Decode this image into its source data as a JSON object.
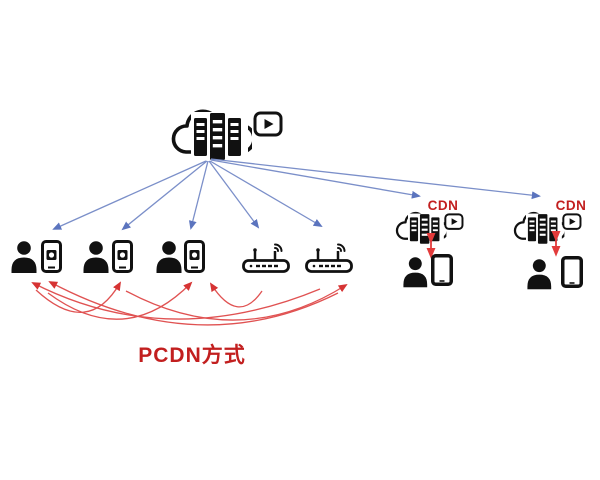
{
  "diagram": {
    "pcdn_label": "PCDN方式",
    "cdn_nodes": [
      {
        "label": "CDN"
      },
      {
        "label": "CDN"
      }
    ],
    "origin": {
      "icon": "cloud-server-icon",
      "companion_icon": "video-play-icon",
      "distributes_to": [
        "user-smartphone-1",
        "user-smartphone-2",
        "user-smartphone-3",
        "wifi-router-1",
        "wifi-router-2",
        "cdn-node-1",
        "cdn-node-2"
      ]
    },
    "pcdn_clients": [
      {
        "type": "user-smartphone"
      },
      {
        "type": "user-smartphone"
      },
      {
        "type": "user-smartphone"
      },
      {
        "type": "wifi-router"
      },
      {
        "type": "wifi-router"
      }
    ],
    "cdn_clients": [
      {
        "type": "user-tablet",
        "exchange": "bidirectional"
      },
      {
        "type": "user-tablet",
        "exchange": "bidirectional"
      }
    ],
    "icons": [
      "cloud-server-icon",
      "video-play-icon",
      "user-icon",
      "smartphone-icon",
      "wifi-router-icon",
      "cdn-cloud-icon",
      "tablet-icon",
      "arrow-icon"
    ],
    "colors": {
      "distribution_arrow_blue": "#7b8fc9",
      "p2p_arrow_red": "#e05252",
      "exchange_arrow_red": "#e23b3b",
      "label_red": "#c21f1f",
      "icon_black": "#111111",
      "background": "#ffffff"
    }
  }
}
